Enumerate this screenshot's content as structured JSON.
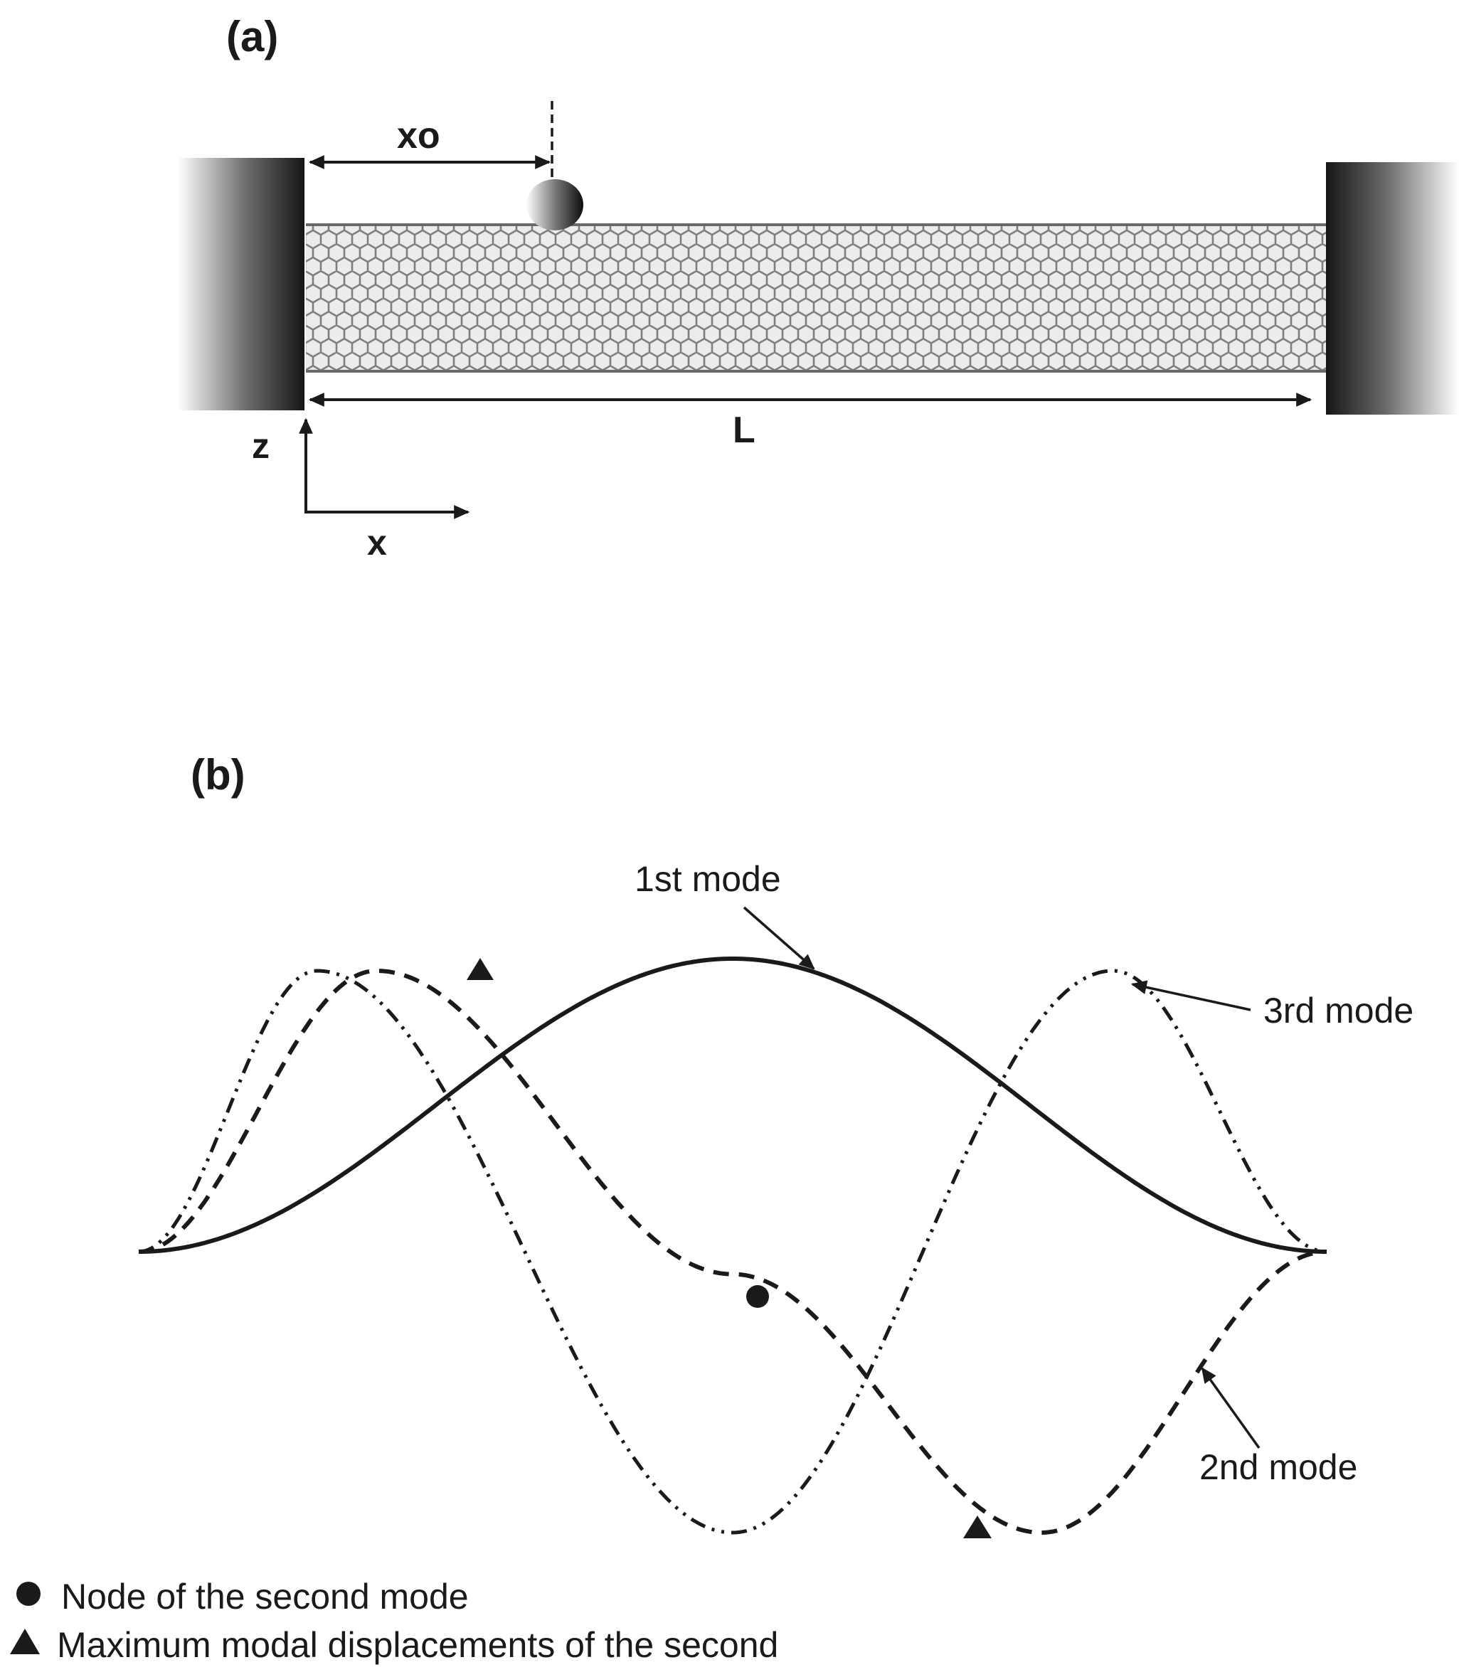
{
  "panel_a": {
    "label": "(a)",
    "position_label": "xo",
    "length_label": "L",
    "z_axis_label": "z",
    "x_axis_label": "x"
  },
  "panel_b": {
    "label": "(b)",
    "modes": [
      {
        "name": "1st mode",
        "style": "solid"
      },
      {
        "name": "2nd mode",
        "style": "dashed"
      },
      {
        "name": "3rd mode",
        "style": "dash-dot-dot"
      }
    ],
    "legend": [
      {
        "marker": "circle",
        "text": "Node of the second mode"
      },
      {
        "marker": "triangle",
        "text": "Maximum modal displacements of the second"
      }
    ]
  },
  "colors": {
    "ink": "#1a1a1a",
    "tube": "#8c8c8c",
    "tube_bg": "#e6e6e6"
  }
}
